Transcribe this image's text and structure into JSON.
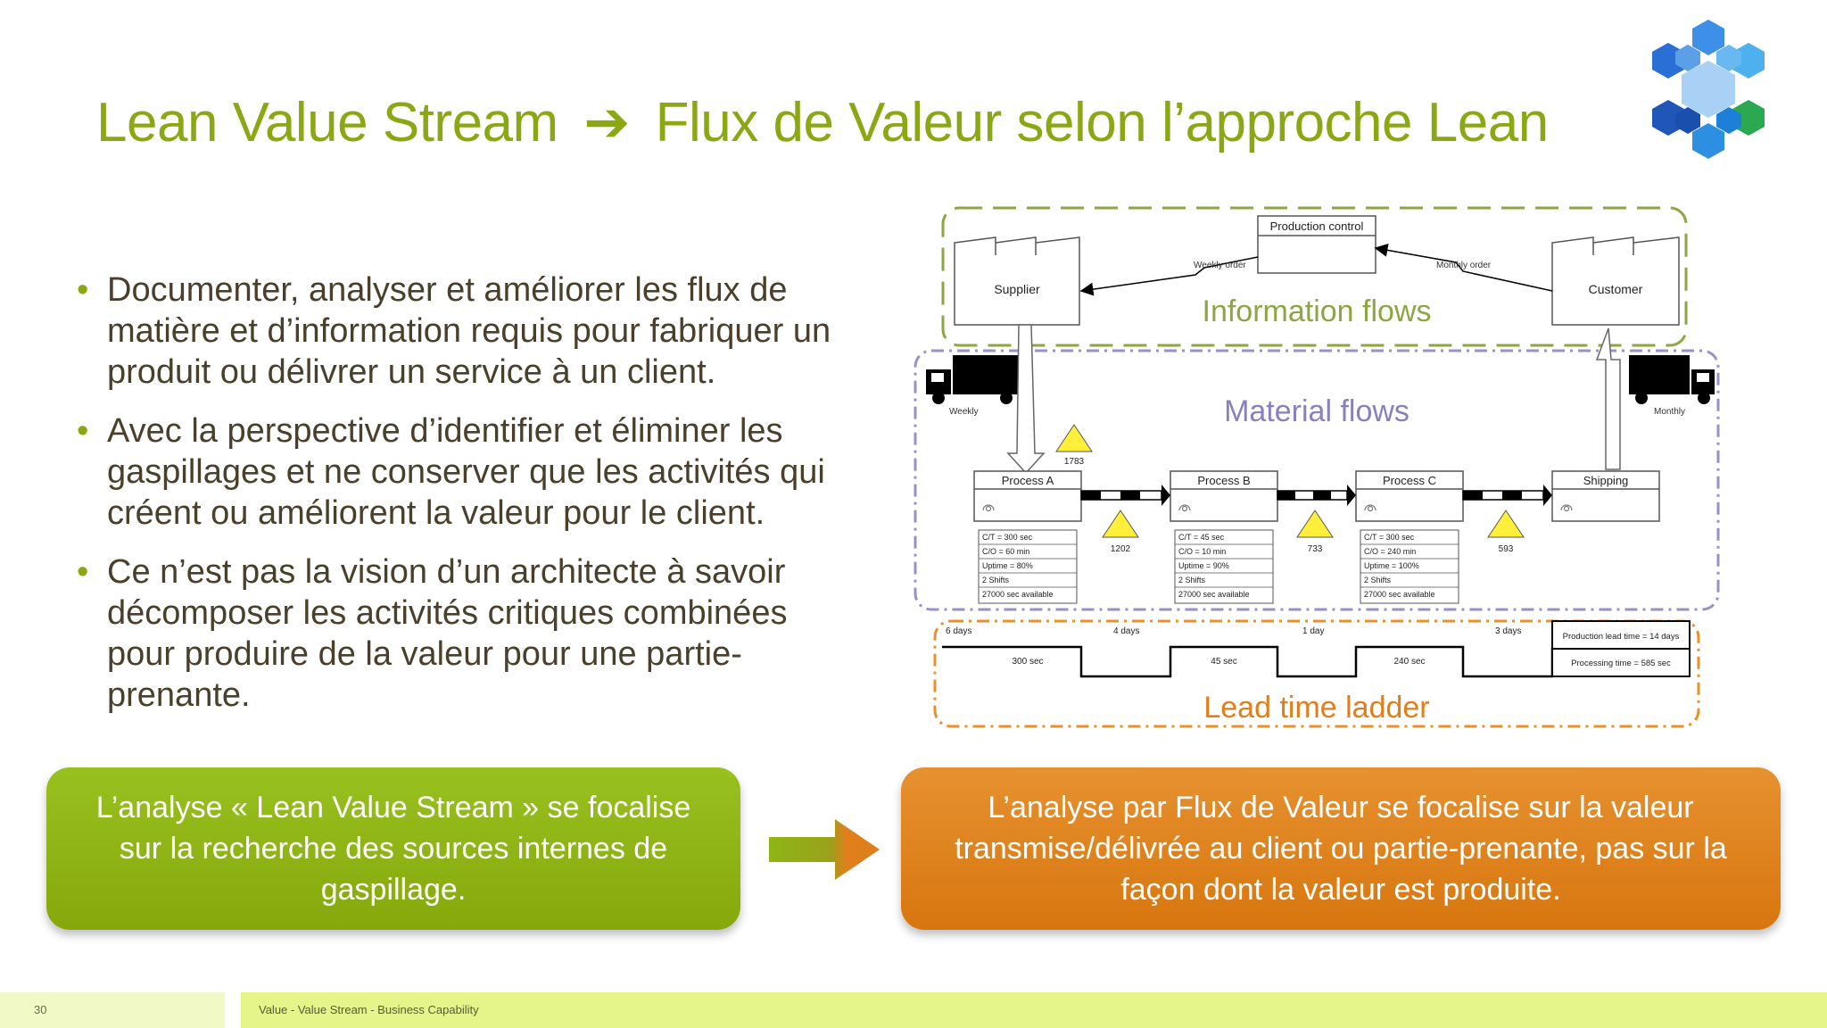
{
  "slide": {
    "title_left": "Lean Value Stream",
    "title_arrow": "➔",
    "title_right": "Flux de Valeur selon l’approche Lean"
  },
  "bullets": [
    "Documenter, analyser et améliorer les flux de matière et d’information requis pour fabriquer un produit ou délivrer un service à un client.",
    "Avec la perspective d’identifier et éliminer les gaspillages et  ne conserver que les activités qui créent ou améliorent la valeur pour le client.",
    "Ce n’est pas la vision d’un architecte à savoir décomposer les activités critiques combinées pour produire de la valeur pour une partie-prenante."
  ],
  "diagram": {
    "production_control": "Production control",
    "supplier": "Supplier",
    "customer": "Customer",
    "weekly_order": "Weekly order",
    "monthly_order": "Monthly order",
    "information_flows": "Information flows",
    "material_flows": "Material flows",
    "lead_time_ladder": "Lead time ladder",
    "weekly": "Weekly",
    "monthly": "Monthly",
    "inv_1": "1783",
    "inv_2": "1202",
    "inv_3": "733",
    "inv_4": "593",
    "process_a": "Process A",
    "process_b": "Process B",
    "process_c": "Process C",
    "shipping": "Shipping",
    "data_a": [
      "C/T = 300 sec",
      "C/O = 60 min",
      "Uptime = 80%",
      "2 Shifts",
      "27000 sec available"
    ],
    "data_b": [
      "C/T = 45 sec",
      "C/O = 10 min",
      "Uptime = 90%",
      "2 Shifts",
      "27000 sec available"
    ],
    "data_c": [
      "C/T = 300 sec",
      "C/O = 240 min",
      "Uptime = 100%",
      "2 Shifts",
      "27000 sec available"
    ],
    "days_1": "6 days",
    "days_2": "4 days",
    "days_3": "1 day",
    "days_4": "3 days",
    "sec_1": "300 sec",
    "sec_2": "45 sec",
    "sec_3": "240 sec",
    "production_lead_time": "Production lead time = 14 days",
    "processing_time": "Processing time = 585 sec"
  },
  "boxes": {
    "green": "L’analyse  « Lean Value Stream » se focalise sur la recherche des sources internes de gaspillage.",
    "orange": "L’analyse par Flux de Valeur se focalise sur la valeur transmise/délivrée au client ou partie-prenante, pas  sur la façon dont la valeur est produite."
  },
  "footer": {
    "page_number": "30",
    "text": "Value - Value Stream - Business Capability"
  },
  "colors": {
    "title_green": "#8aa814",
    "info_dash": "#8ba642",
    "material_dash": "#9a90c8",
    "lead_dash": "#e8902a",
    "box_green": "#8db517",
    "box_orange": "#de7f1b",
    "footer_light": "#f1fac7",
    "footer_lime": "#e5f58a"
  },
  "icons": [
    "right-arrow-icon",
    "puzzle-hexagon-logo-icon",
    "truck-icon",
    "factory-icon",
    "inventory-triangle-icon",
    "operator-icon",
    "push-arrow-icon"
  ]
}
